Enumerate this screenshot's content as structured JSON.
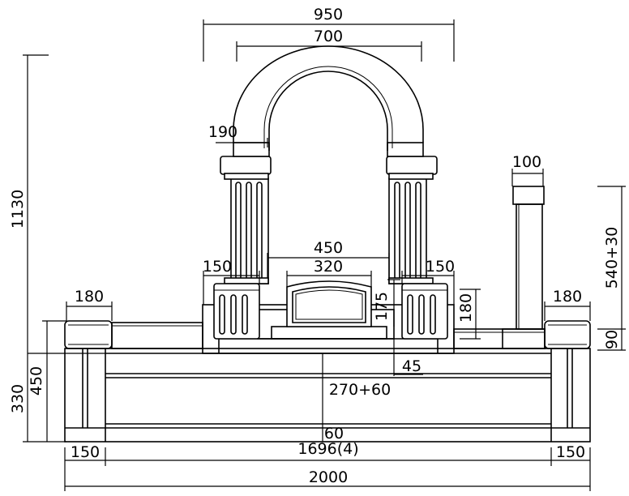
{
  "dimensions": {
    "top_outer_width": "950",
    "top_inner_width": "700",
    "arch_column_width": "190",
    "stele_width": "100",
    "inner_frame_width": "450",
    "tablet_width": "320",
    "post_left_width": "150",
    "post_right_width": "150",
    "tablet_height": "175",
    "side_post_height": "180",
    "outer_post_left": "180",
    "outer_post_right": "180",
    "stele_height": "540+30",
    "stele_base": "90",
    "total_height": "1130",
    "base_height_a": "330",
    "base_height_b": "450",
    "step_offset": "45",
    "center_depth": "270+60",
    "center_small": "60",
    "inner_span": "1696(4)",
    "bottom_left": "150",
    "bottom_right": "150",
    "overall_width": "2000"
  }
}
